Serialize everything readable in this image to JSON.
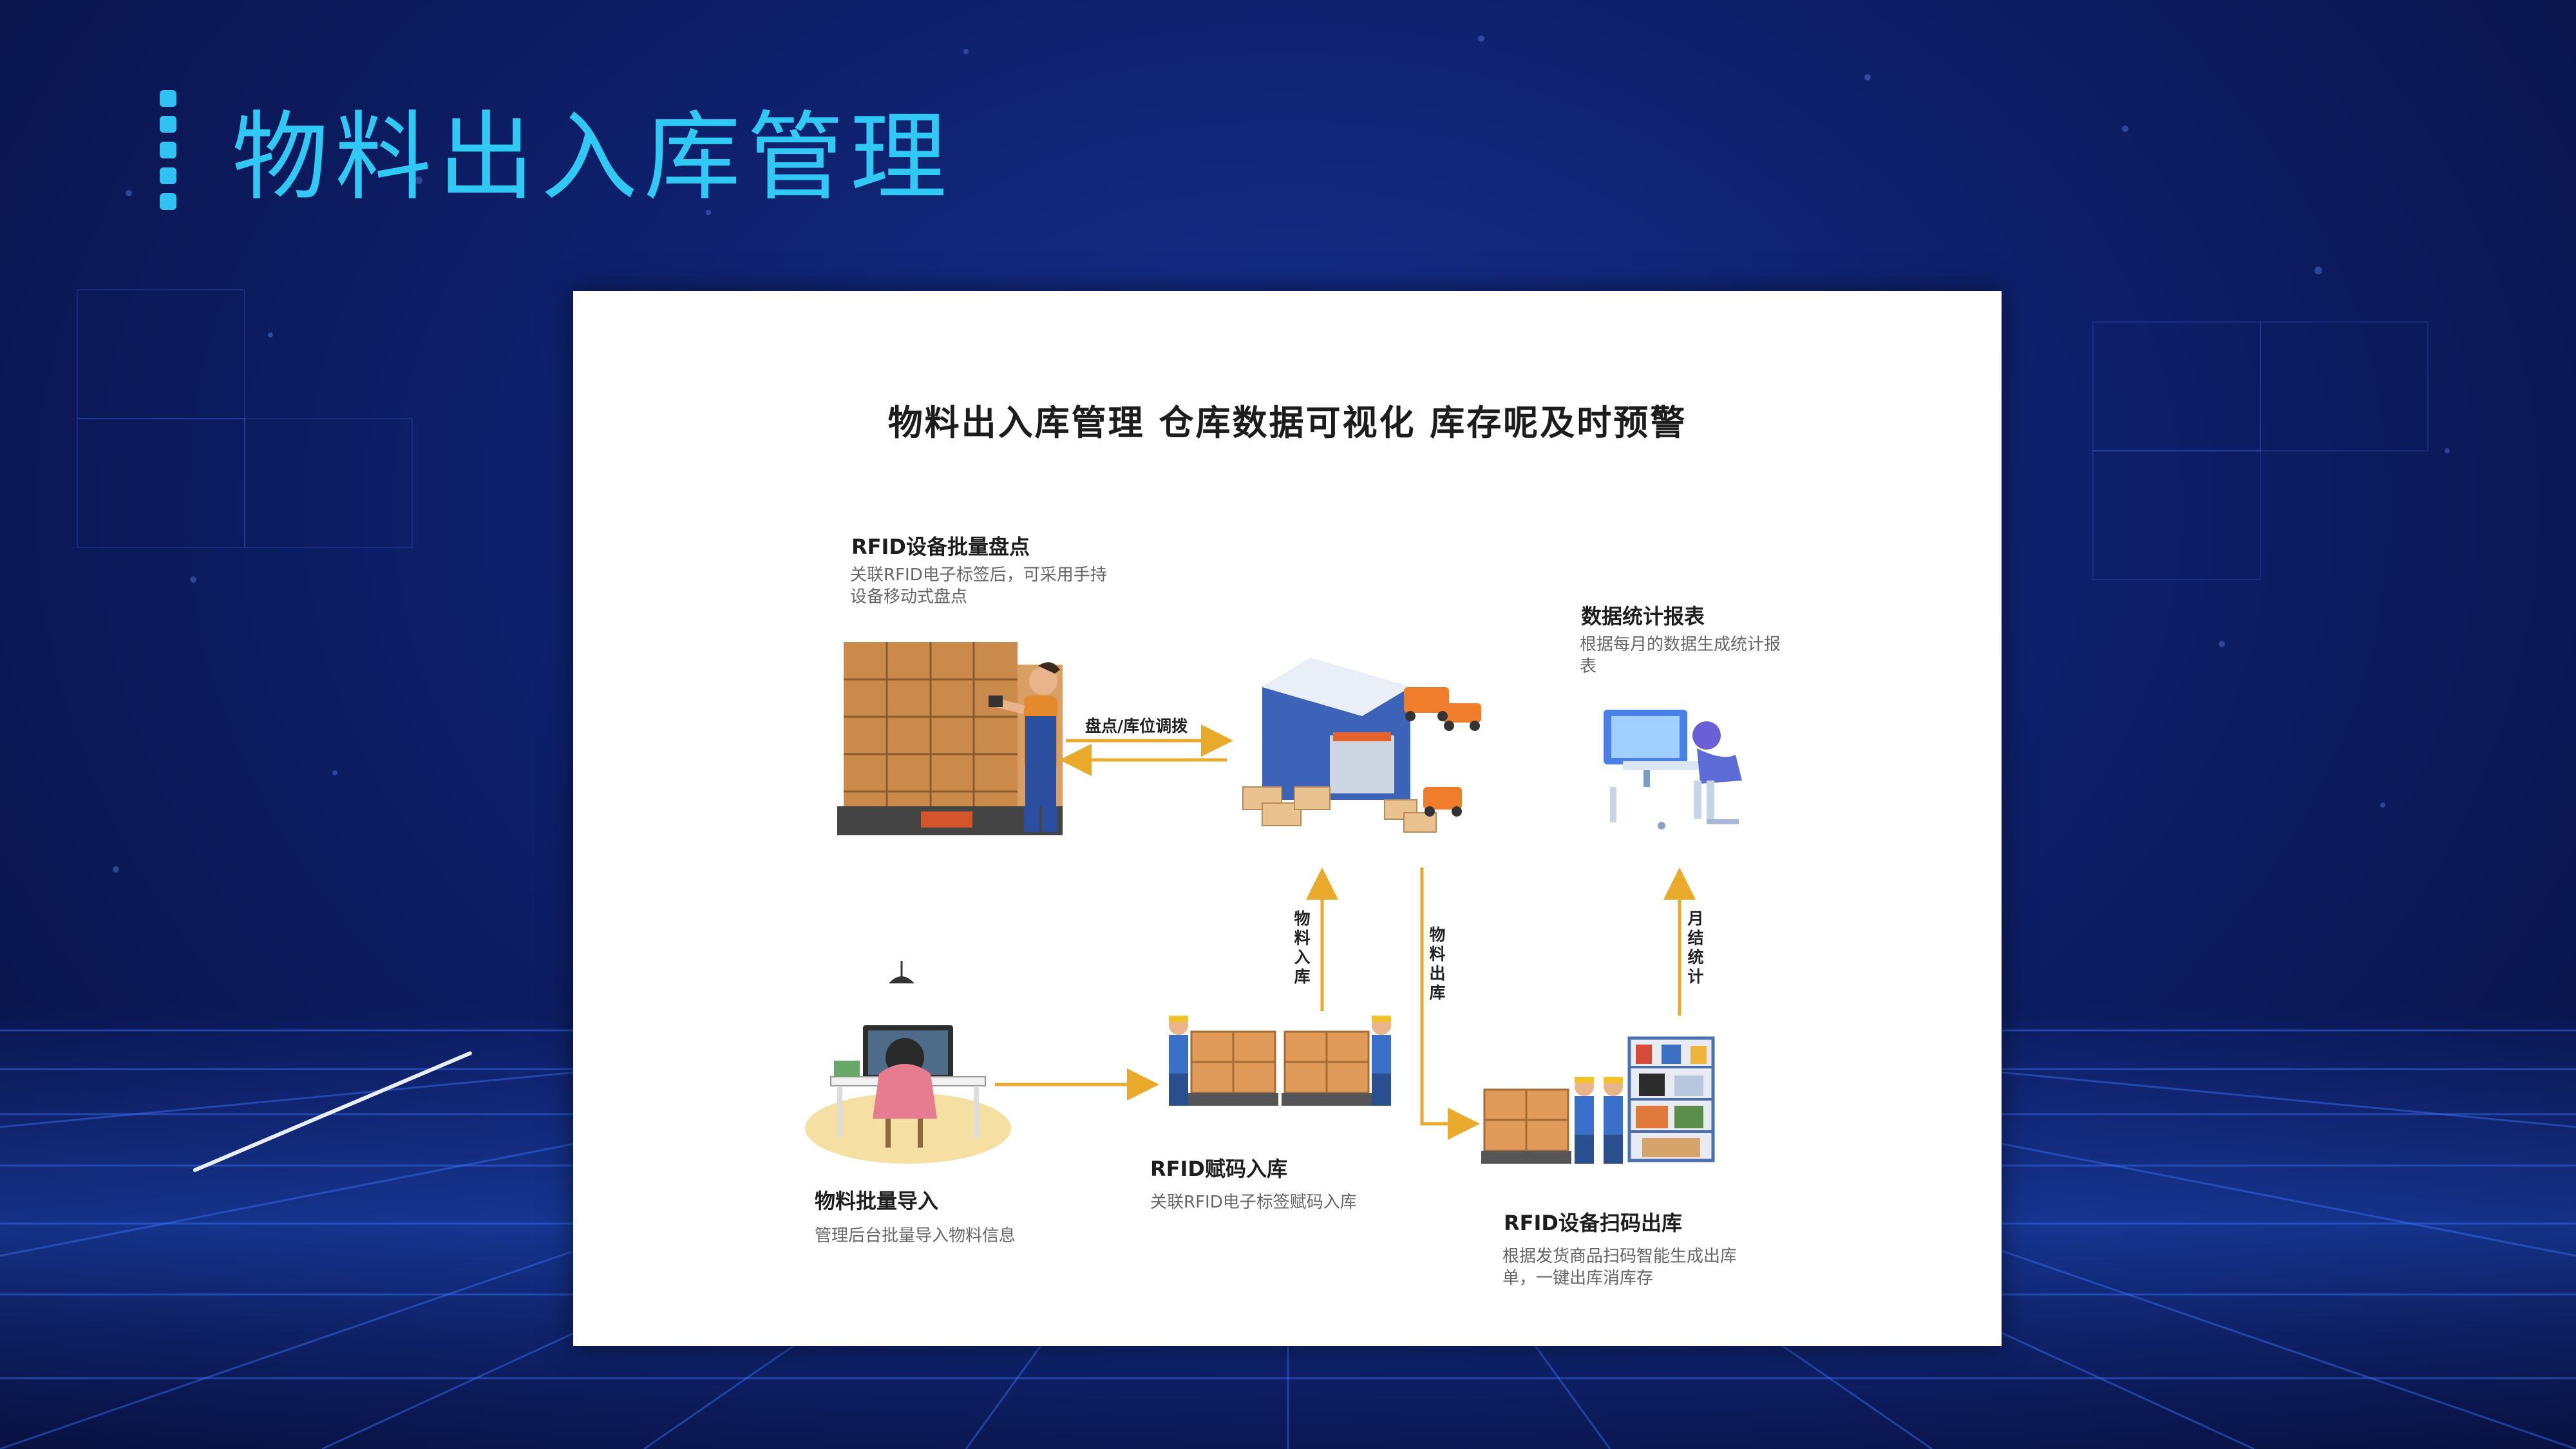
{
  "slide": {
    "title": "物料出入库管理"
  },
  "diagram": {
    "title": "物料出入库管理  仓库数据可视化  库存呢及时预警",
    "nodes": {
      "rfid_inventory": {
        "title": "RFID设备批量盘点",
        "desc_line1": "关联RFID电子标签后，可采用手持",
        "desc_line2": "设备移动式盘点"
      },
      "report": {
        "title": "数据统计报表",
        "desc_line1": "根据每月的数据生成统计报",
        "desc_line2": "表"
      },
      "batch_import": {
        "title": "物料批量导入",
        "desc_line1": "管理后台批量导入物料信息"
      },
      "rfid_inbound": {
        "title": "RFID赋码入库",
        "desc_line1": "关联RFID电子标签赋码入库"
      },
      "rfid_outbound": {
        "title": "RFID设备扫码出库",
        "desc_line1": "根据发货商品扫码智能生成出库",
        "desc_line2": "单，一键出库消库存"
      }
    },
    "edges": {
      "inventory_transfer": "盘点/库位调拨",
      "inbound": "物料入库",
      "outbound": "物料出库",
      "monthly_stats": "月结统计"
    },
    "colors": {
      "arrow": "#e9a92a",
      "accent_title": "#2fc9f4"
    }
  }
}
